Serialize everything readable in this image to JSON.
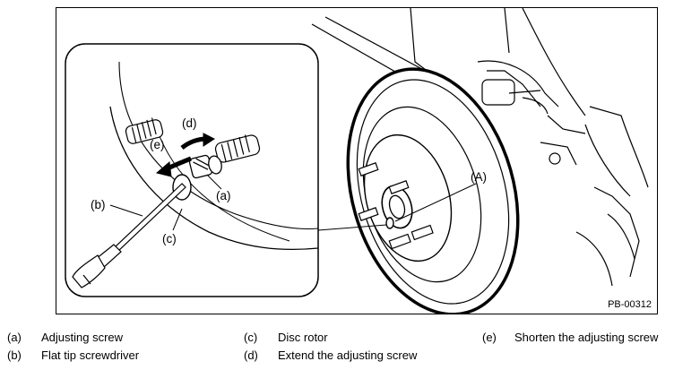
{
  "figure_id": "PB-00312",
  "callouts": {
    "a": "(a)",
    "b": "(b)",
    "c": "(c)",
    "d": "(d)",
    "e": "(e)",
    "A": "(A)"
  },
  "legend": [
    {
      "key": "(a)",
      "text": "Adjusting screw"
    },
    {
      "key": "(b)",
      "text": "Flat tip screwdriver"
    },
    {
      "key": "(c)",
      "text": "Disc rotor"
    },
    {
      "key": "(d)",
      "text": "Extend the adjusting screw"
    },
    {
      "key": "(e)",
      "text": "Shorten the adjusting screw"
    }
  ]
}
